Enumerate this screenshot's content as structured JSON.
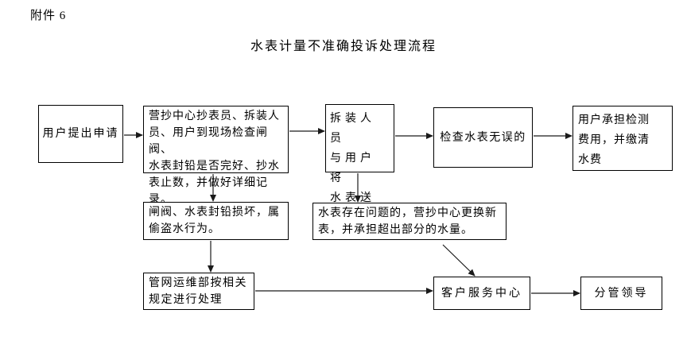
{
  "page": {
    "attachment_label": "附件 6",
    "title": "水表计量不准确投诉处理流程"
  },
  "flowchart": {
    "boxes": [
      {
        "id": "user-apply",
        "text": "用户提出申请"
      },
      {
        "id": "site-inspection",
        "text": "营抄中心抄表员、拆装人\n员、用户到现场检查闸阀、\n水表封铅是否完好、抄水\n表止数，并做好详细记录。"
      },
      {
        "id": "send-meter-for-test",
        "text": "拆装人员\n与用户将\n水表送检"
      },
      {
        "id": "meter-ok",
        "text": "检查水表无误的"
      },
      {
        "id": "user-pays-fee",
        "text": "用户承担检测\n费用，并缴清\n水费"
      },
      {
        "id": "seal-damaged-theft",
        "text": "闸阀、水表封铅损坏，属\n偷盗水行为。"
      },
      {
        "id": "meter-faulty-replace",
        "text": "水表存在问题的，营抄中心更换新\n表，并承担超出部分的水量。"
      },
      {
        "id": "pipe-network-dept",
        "text": "管网运维部按相关\n规定进行处理"
      },
      {
        "id": "customer-service",
        "text": "客户服务中心"
      },
      {
        "id": "leader-in-charge",
        "text": "分管领导"
      }
    ]
  },
  "colors": {
    "background": "#ffffff",
    "border": "#000000",
    "text": "#000000",
    "arrow": "#1a1a1a"
  }
}
